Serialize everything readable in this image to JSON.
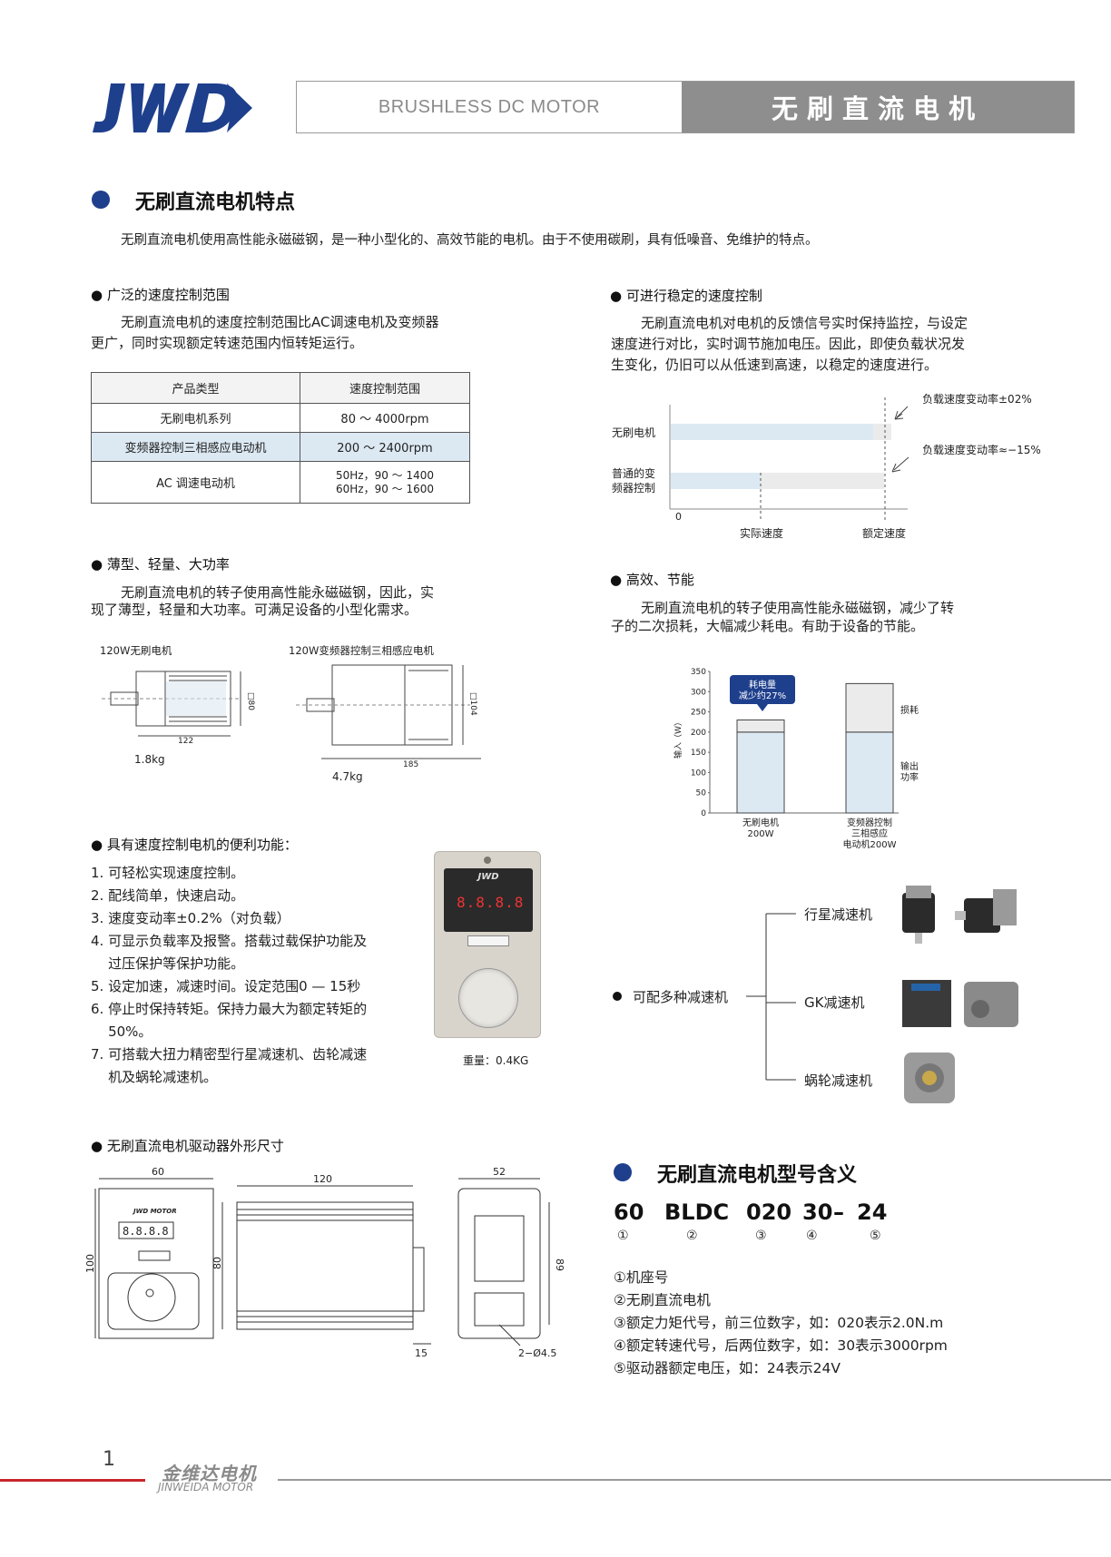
{
  "header": {
    "logo_text": "JWD",
    "title_en": "BRUSHLESS DC MOTOR",
    "title_cn": "无刷直流电机"
  },
  "features": {
    "title": "无刷直流电机特点",
    "intro": "无刷直流电机使用高性能永磁磁钢，是一种小型化的、高效节能的电机。由于不使用碳刷，具有低噪音、免维护的特点。"
  },
  "speed_range": {
    "heading": "广泛的速度控制范围",
    "text1": "无刷直流电机的速度控制范围比AC调速电机及变频器",
    "text2": "更广，同时实现额定转速范围内恒转矩运行。",
    "table": {
      "headers": [
        "产品类型",
        "速度控制范围"
      ],
      "rows": [
        [
          "无刷电机系列",
          "80 ～ 4000rpm"
        ],
        [
          "变频器控制三相感应电动机",
          "200 ～ 2400rpm"
        ],
        [
          "AC 调速电动机",
          "50Hz，90 ～ 1400",
          "60Hz，90 ～ 1600"
        ]
      ]
    }
  },
  "stable_speed": {
    "heading": "可进行稳定的速度控制",
    "text1": "无刷直流电机对电机的反馈信号实时保持监控，与设定",
    "text2": "速度进行对比，实时调节施加电压。因此，即使负载状况发",
    "text3": "生变化，仍旧可以从低速到高速，以稳定的速度进行。",
    "chart": {
      "row1": "无刷电机",
      "row2a": "普通的变",
      "row2b": "频器控制",
      "zero": "0",
      "x1": "实际速度",
      "x2": "额定速度",
      "ann1": "负载速度变动率±02%",
      "ann2": "负载速度变动率≈−15%"
    }
  },
  "thin": {
    "heading": "薄型、轻量、大功率",
    "text1": "无刷直流电机的转子使用高性能永磁磁钢，因此，实",
    "text2": "现了薄型，轻量和大功率。可满足设备的小型化需求。",
    "m1_label": "120W无刷电机",
    "m1_w": "122",
    "m1_h": "□80",
    "m1_weight": "1.8kg",
    "m2_label": "120W变频器控制三相感应电机",
    "m2_w": "185",
    "m2_h": "□104",
    "m2_weight": "4.7kg"
  },
  "efficiency": {
    "heading": "高效、节能",
    "text1": "无刷直流电机的转子使用高性能永磁磁钢，减少了转",
    "text2": "子的二次损耗，大幅减少耗电。有助于设备的节能。"
  },
  "chart_data": {
    "type": "bar",
    "ylabel": "输入（W）",
    "ylim": [
      0,
      350
    ],
    "yticks": [
      "0",
      "50",
      "100",
      "150",
      "200",
      "250",
      "300",
      "350"
    ],
    "categories": [
      [
        "无刷电机",
        "200W"
      ],
      [
        "变频器控制",
        "三相感应",
        "电动机200W"
      ]
    ],
    "series": [
      {
        "name": "输出功率",
        "values": [
          200,
          200
        ]
      },
      {
        "name": "损耗",
        "values": [
          30,
          120
        ]
      }
    ],
    "callout": [
      "耗电量",
      "减少约27%"
    ],
    "colors": {
      "output": "#dce9f3",
      "loss": "#ebebeb",
      "callout": "#1e3f8c"
    }
  },
  "functions": {
    "heading": "具有速度控制电机的便利功能：",
    "items": [
      "1. 可轻松实现速度控制。",
      "2. 配线简单，快速启动。",
      "3. 速度变动率±0.2%（对负载）",
      "4. 可显示负载率及报警。搭载过载保护功能及",
      "    过压保护等保护功能。",
      "5. 设定加速，减速时间。设定范围0 — 15秒",
      "6. 停止时保持转矩。保持力最大为额定转矩的",
      "    50%。",
      "7. 可搭载大扭力精密型行星减速机、齿轮减速",
      "    机及蜗轮减速机。"
    ],
    "weight": "重量：0.4KG",
    "ctrl_display": "8.8.8.8"
  },
  "reducers": {
    "label": "可配多种减速机",
    "items": [
      "行星减速机",
      "GK减速机",
      "蜗轮减速机"
    ]
  },
  "driver_dims": {
    "heading": "无刷直流电机驱动器外形尺寸",
    "front_w": "60",
    "front_h": "100",
    "brand": "JWD MOTOR",
    "side_w": "120",
    "side_h": "80",
    "back_w": "52",
    "back_h": "89",
    "tab": "15",
    "hole": "2−Ø4.5"
  },
  "model": {
    "title": "无刷直流电机型号含义",
    "parts": [
      "60",
      "BLDC",
      "020",
      "30",
      "–",
      "24"
    ],
    "circles": [
      "①",
      "②",
      "③",
      "④",
      "⑤"
    ],
    "explain": [
      "①机座号",
      "②无刷直流电机",
      "③额定力矩代号，前三位数字，如：020表示2.0N.m",
      "④额定转速代号，后两位数字，如：30表示3000rpm",
      "⑤驱动器额定电压，如：24表示24V"
    ]
  },
  "footer": {
    "page": "1",
    "brand_cn": "金维达电机",
    "brand_en": "JINWEIDA MOTOR"
  }
}
